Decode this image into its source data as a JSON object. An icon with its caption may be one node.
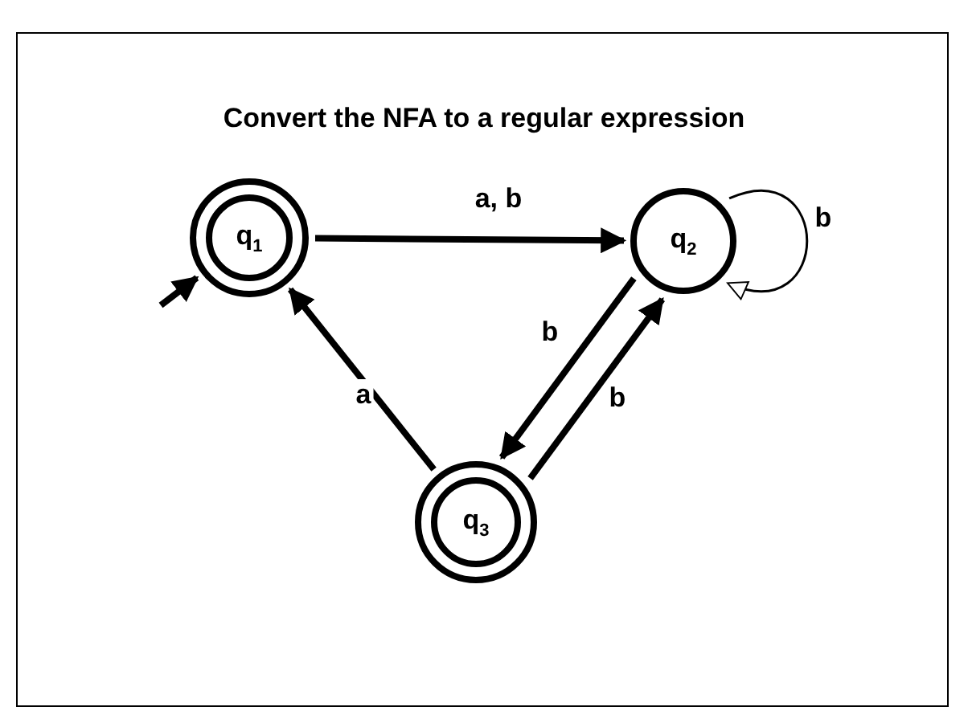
{
  "diagram": {
    "title": "Convert the NFA to a regular expression",
    "nodes": [
      {
        "text": [
          "q$_{1}$"
        ]
      },
      {
        "text": [
          "q$_{2}$"
        ]
      },
      {
        "text": [
          "q$_{3}$"
        ]
      }
    ],
    "edges": [
      {
        "from": null,
        "to": 0,
        "arrow": "to"
      },
      {
        "from": 0,
        "to": 1,
        "arrow": "to",
        "label": "a, b"
      },
      {
        "from": 1,
        "to": 1,
        "arrow": "to",
        "label": "b"
      },
      {
        "from": 1,
        "to": 2,
        "arrow": "to",
        "label": "b"
      },
      {
        "from": 2,
        "to": 1,
        "arrow": "to",
        "label": "b"
      },
      {
        "from": 2,
        "to": 0,
        "arrow": "to",
        "label": "a"
      }
    ]
  }
}
